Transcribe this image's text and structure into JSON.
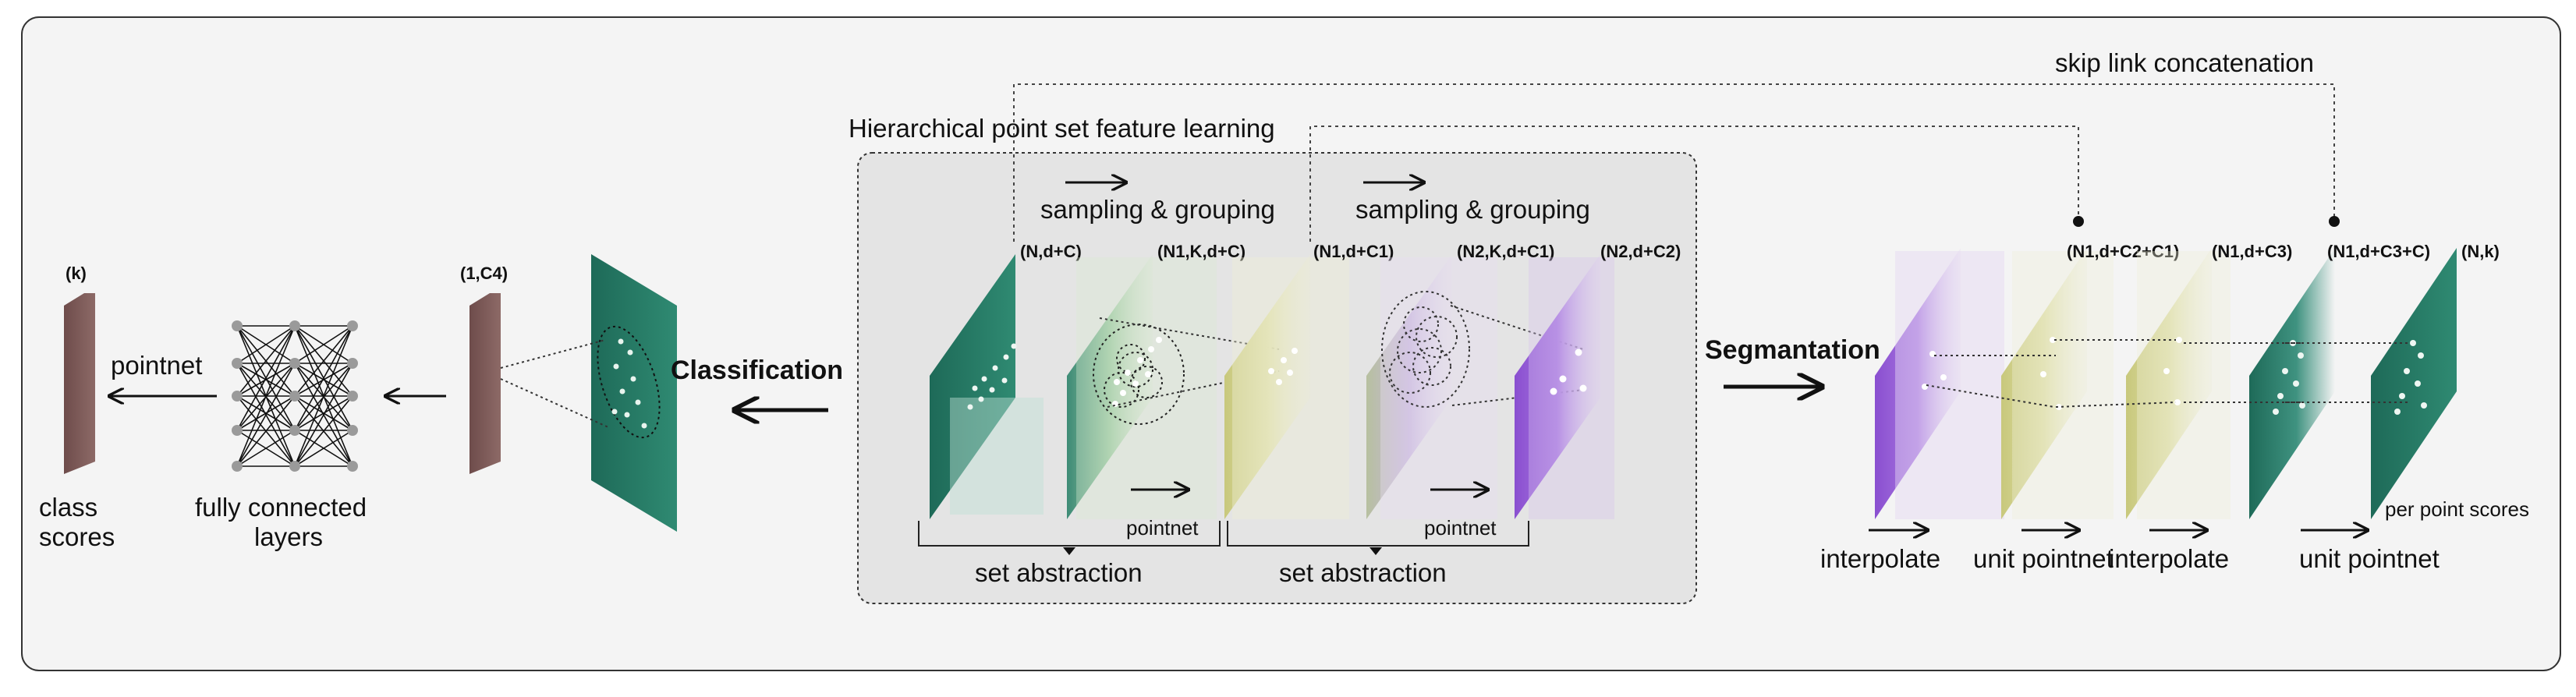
{
  "title": "Hierarchical point set feature learning",
  "skip_link": "skip link concatenation",
  "classification": {
    "label": "Classification",
    "pointnet": "pointnet",
    "fc_layers_line1": "fully connected",
    "fc_layers_line2": "layers",
    "scores_line1": "class",
    "scores_line2": "scores",
    "dim_out": "(k)",
    "dim_feat": "(1,C4)"
  },
  "feature_learning": {
    "dims": [
      "(N,d+C)",
      "(N1,K,d+C)",
      "(N1,d+C1)",
      "(N2,K,d+C1)",
      "(N2,d+C2)"
    ],
    "stage1": {
      "sampling": "sampling & grouping",
      "pointnet": "pointnet",
      "set_abstraction": "set abstraction"
    },
    "stage2": {
      "sampling": "sampling & grouping",
      "pointnet": "pointnet",
      "set_abstraction": "set abstraction"
    }
  },
  "segmentation": {
    "label": "Segmantation",
    "dims": [
      "(N1,d+C2+C1)",
      "(N1,d+C3)",
      "(N1,d+C3+C)",
      "(N,k)"
    ],
    "steps": [
      "interpolate",
      "unit pointnet",
      "interpolate",
      "unit pointnet"
    ],
    "per_point": "per point scores"
  },
  "colors": {
    "teal": "#1f6b5a",
    "green": "#7fb890",
    "yellow": "#d8d89a",
    "lavender": "#c9b5dc",
    "purple": "#9b62d8",
    "bar": "#7d5a58",
    "panel": "#e4e4e4",
    "frame_bg": "#f4f4f4"
  }
}
